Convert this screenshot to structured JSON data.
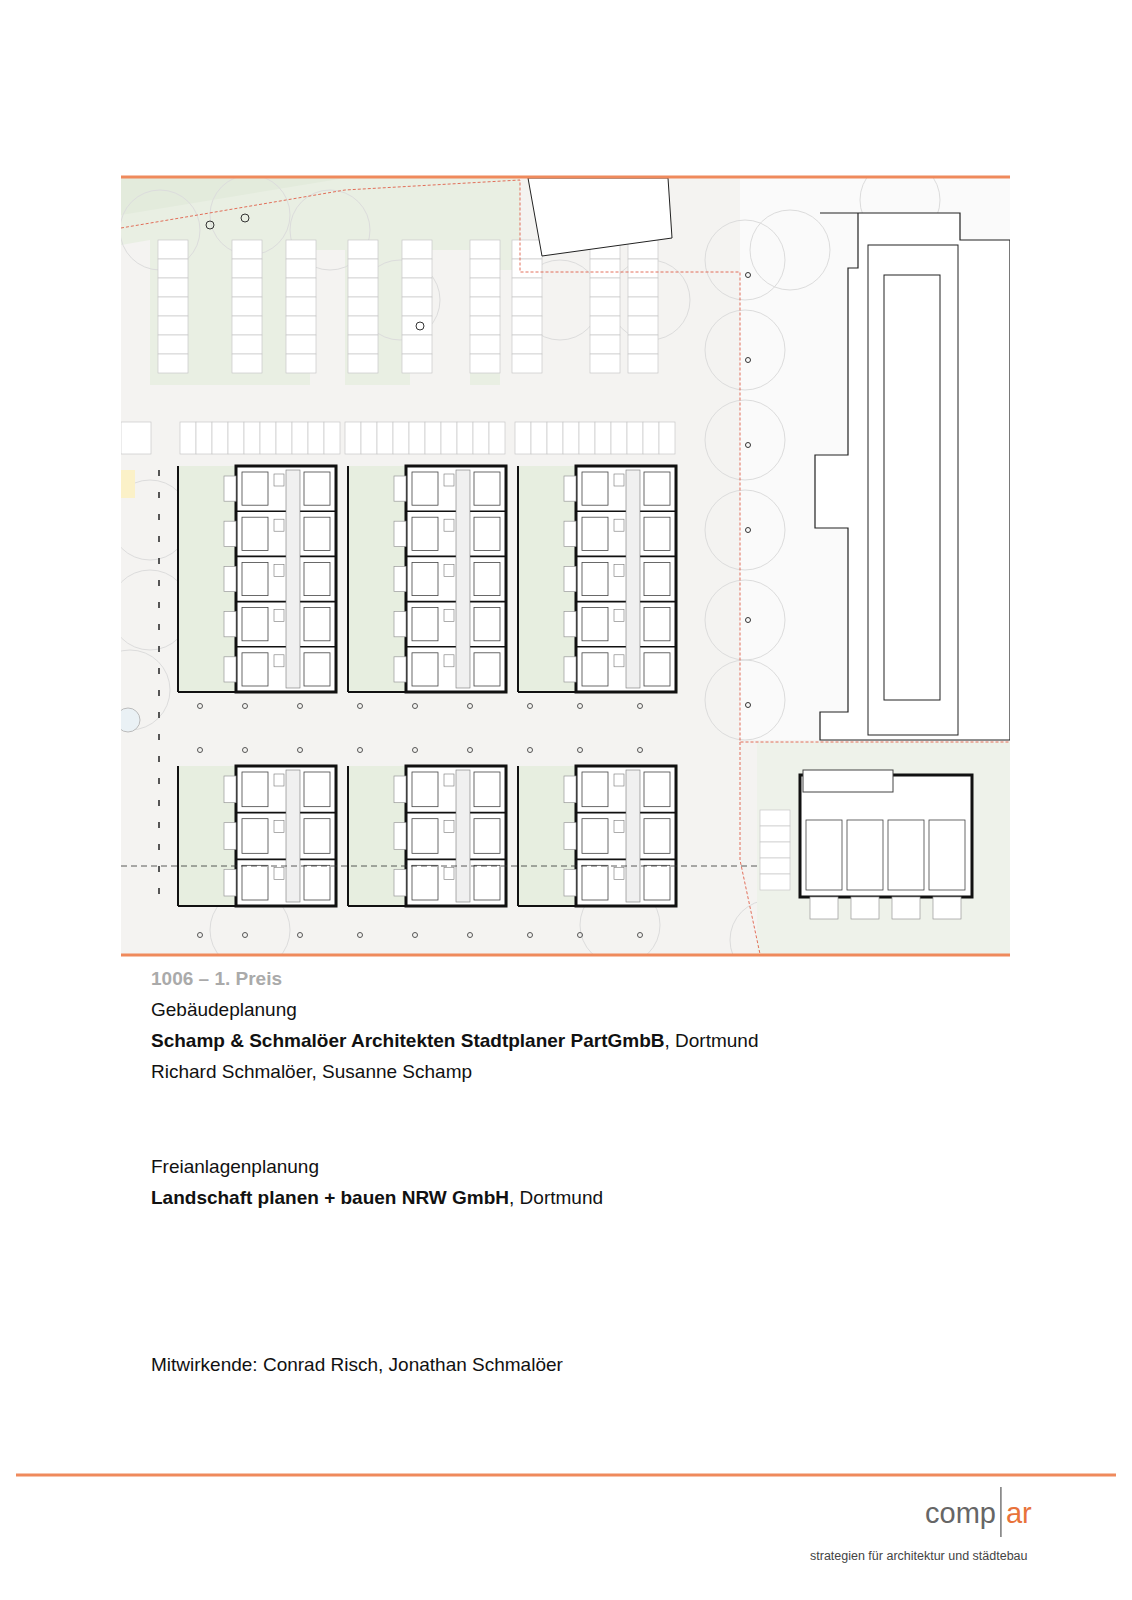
{
  "diagram": {
    "labels": [
      "1006 – 1. Preis",
      "Gebäudeplanung",
      "Schamp & Schmalöer Architekten Stadtplaner PartGmbB",
      ", Dortmund",
      "Richard Schmalöer, Susanne Schamp",
      "Freianlagenplanung",
      "Landschaft planen + bauen NRW GmbH",
      ", Dortmund",
      "Mitwirkende: Conrad Risch, Jonathan Schmalöer",
      "comp",
      "ar",
      "strategien für architektur und städtebau"
    ]
  }
}
